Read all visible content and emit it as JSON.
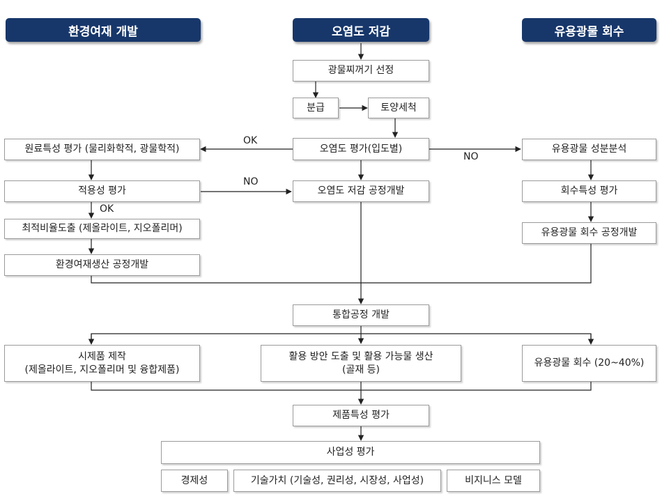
{
  "headers": {
    "left": "환경여재 개발",
    "center": "오염도 저감",
    "right": "유용광물 회수"
  },
  "boxes": {
    "slag_select": "광물찌꺼기 선정",
    "classify": "분급",
    "soil_wash": "토양세척",
    "contam_eval": "오염도 평가(입도별)",
    "raw_eval": "원료특성 평가 (물리화학적, 광물학적)",
    "applic_eval": "적용성 평가",
    "opt_ratio": "최적비율도출 (제올라이트, 지오폴리머)",
    "env_prod": "환경여재생산  공정개발",
    "reduce_proc": "오염도 저감 공정개발",
    "mineral_analysis": "유용광물 성분분석",
    "recovery_eval": "회수특성 평가",
    "recovery_proc": "유용광물 회수 공정개발",
    "integrated": "통합공정 개발",
    "prototype_line1": "시제품 제작",
    "prototype_line2": "(제올라이트, 지오폴리머 및 융합제품)",
    "utilization_line1": "활용 방안 도출 및 활용 가능물 생산",
    "utilization_line2": "(골재 등)",
    "mineral_recovery": "유용광물 회수 (20~40%)",
    "product_eval": "제품특성 평가",
    "business_eval": "사업성 평가",
    "economics": "경제성",
    "tech_value": "기술가치 (기술성, 권리성, 시장성, 사업성)",
    "biz_model": "비지니스 모델"
  },
  "edge_labels": {
    "ok_left": "OK",
    "no_right": "NO",
    "no_middle": "NO",
    "ok_down": "OK"
  }
}
